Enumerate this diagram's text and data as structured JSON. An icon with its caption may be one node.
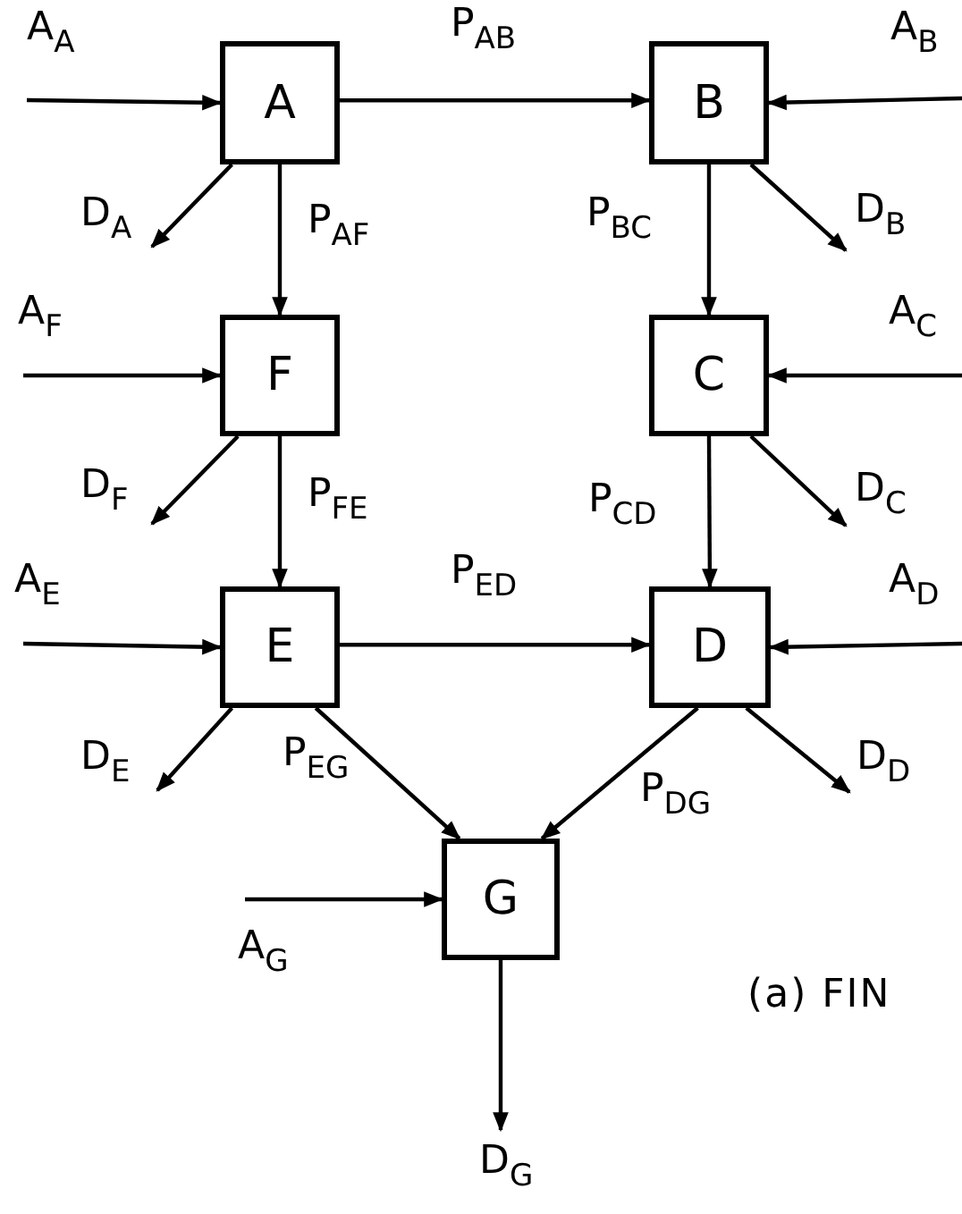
{
  "diagram": {
    "nodes": [
      {
        "text": [
          "A"
        ]
      },
      {
        "text": [
          "B"
        ]
      },
      {
        "text": [
          "F"
        ]
      },
      {
        "text": [
          "C"
        ]
      },
      {
        "text": [
          "E"
        ]
      },
      {
        "text": [
          "D"
        ]
      },
      {
        "text": [
          "G"
        ]
      }
    ],
    "edges": [
      {
        "from": null,
        "to": 0,
        "arrow": "to",
        "label": "A$_{A}$"
      },
      {
        "from": 0,
        "to": 1,
        "arrow": "to",
        "label": "P$_{AB}$"
      },
      {
        "from": 0,
        "to": 2,
        "arrow": "to",
        "label": "P$_{AF}$"
      },
      {
        "from": 0,
        "to": null,
        "arrow": "to",
        "label": "D$_{A}$"
      },
      {
        "from": null,
        "to": 1,
        "arrow": "to",
        "label": "A$_{B}$"
      },
      {
        "from": 1,
        "to": 3,
        "arrow": "to",
        "label": "P$_{BC}$"
      },
      {
        "from": 1,
        "to": null,
        "arrow": "to",
        "label": "D$_{B}$"
      },
      {
        "from": null,
        "to": 2,
        "arrow": "to",
        "label": "A$_{F}$"
      },
      {
        "from": 2,
        "to": 4,
        "arrow": "to",
        "label": "P$_{FE}$"
      },
      {
        "from": 2,
        "to": null,
        "arrow": "to",
        "label": "D$_{F}$"
      },
      {
        "from": null,
        "to": 3,
        "arrow": "to",
        "label": "A$_{C}$"
      },
      {
        "from": 3,
        "to": 5,
        "arrow": "to",
        "label": "P$_{CD}$"
      },
      {
        "from": 3,
        "to": null,
        "arrow": "to",
        "label": "D$_{C}$"
      },
      {
        "from": null,
        "to": 4,
        "arrow": "to",
        "label": "A$_{E}$"
      },
      {
        "from": 4,
        "to": 5,
        "arrow": "to",
        "label": "P$_{ED}$"
      },
      {
        "from": 4,
        "to": null,
        "arrow": "to",
        "label": "D$_{E}$"
      },
      {
        "from": 4,
        "to": 6,
        "arrow": "to",
        "label": "P$_{EG}$"
      },
      {
        "from": null,
        "to": 5,
        "arrow": "to",
        "label": "A$_{D}$"
      },
      {
        "from": 5,
        "to": null,
        "arrow": "to",
        "label": "D$_{D}$"
      },
      {
        "from": 5,
        "to": 6,
        "arrow": "to",
        "label": "P$_{DG}$"
      },
      {
        "from": null,
        "to": 6,
        "arrow": "to",
        "label": "A$_{G}$"
      },
      {
        "from": 6,
        "to": null,
        "arrow": "to",
        "label": "D$_{G}$"
      }
    ],
    "labels": [
      "(a) FIN"
    ]
  }
}
